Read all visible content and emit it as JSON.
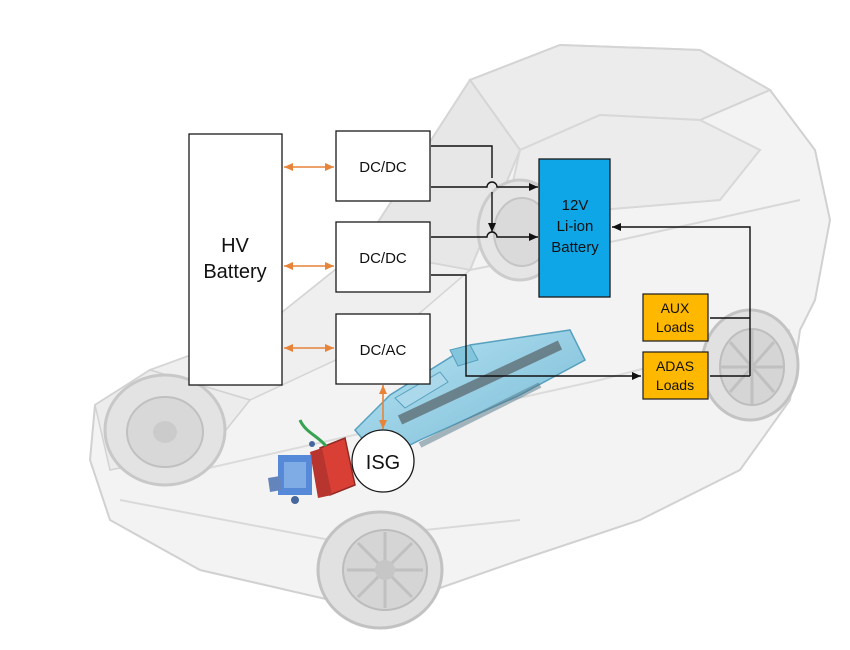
{
  "blocks": {
    "hv_battery": [
      "HV",
      "Battery"
    ],
    "dcdc_top": "DC/DC",
    "dcdc_mid": "DC/DC",
    "dcac": "DC/AC",
    "lv_battery": [
      "12V",
      "Li-ion",
      "Battery"
    ],
    "aux_loads": [
      "AUX",
      "Loads"
    ],
    "adas_loads": [
      "ADAS",
      "Loads"
    ],
    "isg": "ISG"
  },
  "colors": {
    "lv_battery_fill": "#0ea6e6",
    "loads_fill": "#ffb800",
    "power_arrow": "#e8833a",
    "signal_line": "#111111",
    "box_stroke": "#1a1a1a",
    "car_body": "#dcdcdc",
    "hv_pack": "#8fd0e8",
    "engine_red": "#d9352c",
    "engine_blue": "#2f6fd0"
  },
  "illustration": {
    "subject": "car-outline"
  }
}
